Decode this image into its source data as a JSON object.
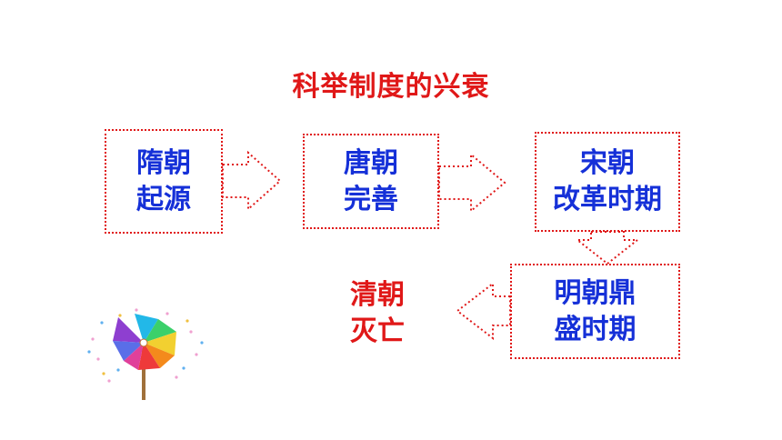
{
  "title": "科举制度的兴衰",
  "stages": [
    {
      "line1": "隋朝",
      "line2": "起源"
    },
    {
      "line1": "唐朝",
      "line2": "完善"
    },
    {
      "line1": "宋朝",
      "line2": "改革时期"
    },
    {
      "line1": "明朝鼎",
      "line2": "盛时期"
    }
  ],
  "end_stage": {
    "line1": "清朝",
    "line2": "灭亡"
  },
  "colors": {
    "title": "#e01818",
    "box_text": "#1530d8",
    "end_text": "#e01818",
    "border": "#e01818"
  },
  "decoration": "pinwheel-icon"
}
